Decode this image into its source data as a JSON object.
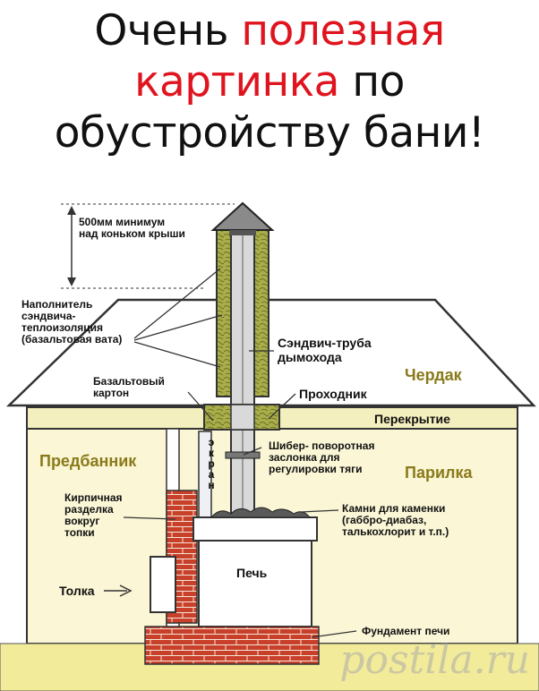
{
  "title": {
    "part1": "Очень ",
    "part2_red": "полезная",
    "part3_red": "картинка",
    "part4": " по",
    "line3": "обустройству бани!"
  },
  "labels": {
    "min_height": "500мм минимум\nнад коньком крыши",
    "insulation": "Наполнитель\nсэндвича-\nтеплоизоляция\n(базальтовая вата)",
    "sandwich": "Сэндвич-труба\nдымохода",
    "attic": "Чердак",
    "basalt": "Базальтовый\nкартон",
    "passage": "Проходник",
    "ceiling": "Перекрытие",
    "screen": "экран",
    "damper": "Шибер- поворотная\nзаслонка для\nрегулировки тяги",
    "anteroom": "Предбанник",
    "steam": "Парилка",
    "brick": "Кирпичная\nразделка\nвокруг\nтопки",
    "stones": "Камни для каменки\n(габбро-диабаз,\nталькохлорит и т.п.)",
    "stove": "Печь",
    "firebox": "Толка",
    "foundation": "Фундамент печи"
  },
  "watermark": "postila.ru"
}
